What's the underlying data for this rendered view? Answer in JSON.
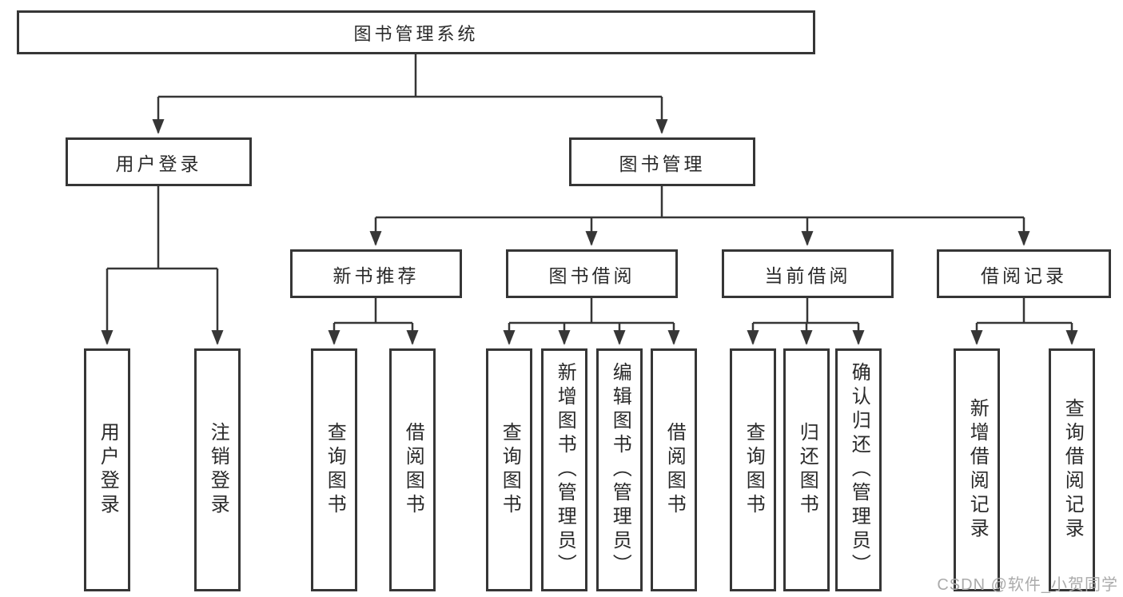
{
  "diagram": {
    "tree": {
      "label": "图书管理系统",
      "children": [
        {
          "label": "用户登录",
          "children": [
            {
              "label": "用户登录"
            },
            {
              "label": "注销登录"
            }
          ]
        },
        {
          "label": "图书管理",
          "children": [
            {
              "label": "新书推荐",
              "children": [
                {
                  "label": "查询图书"
                },
                {
                  "label": "借阅图书"
                }
              ]
            },
            {
              "label": "图书借阅",
              "children": [
                {
                  "label": "查询图书"
                },
                {
                  "label": "新增图书（管理员）"
                },
                {
                  "label": "编辑图书（管理员）"
                },
                {
                  "label": "借阅图书"
                }
              ]
            },
            {
              "label": "当前借阅",
              "children": [
                {
                  "label": "查询图书"
                },
                {
                  "label": "归还图书"
                },
                {
                  "label": "确认归还（管理员）"
                }
              ]
            },
            {
              "label": "借阅记录",
              "children": [
                {
                  "label": "新增借阅记录"
                },
                {
                  "label": "查询借阅记录"
                }
              ]
            }
          ]
        }
      ]
    }
  },
  "watermark": {
    "text": "CSDN @软件_小贺同学"
  },
  "colors": {
    "line": "#363636",
    "text": "#2a2a2a",
    "background": "#ffffff",
    "watermark": "#ababab"
  }
}
